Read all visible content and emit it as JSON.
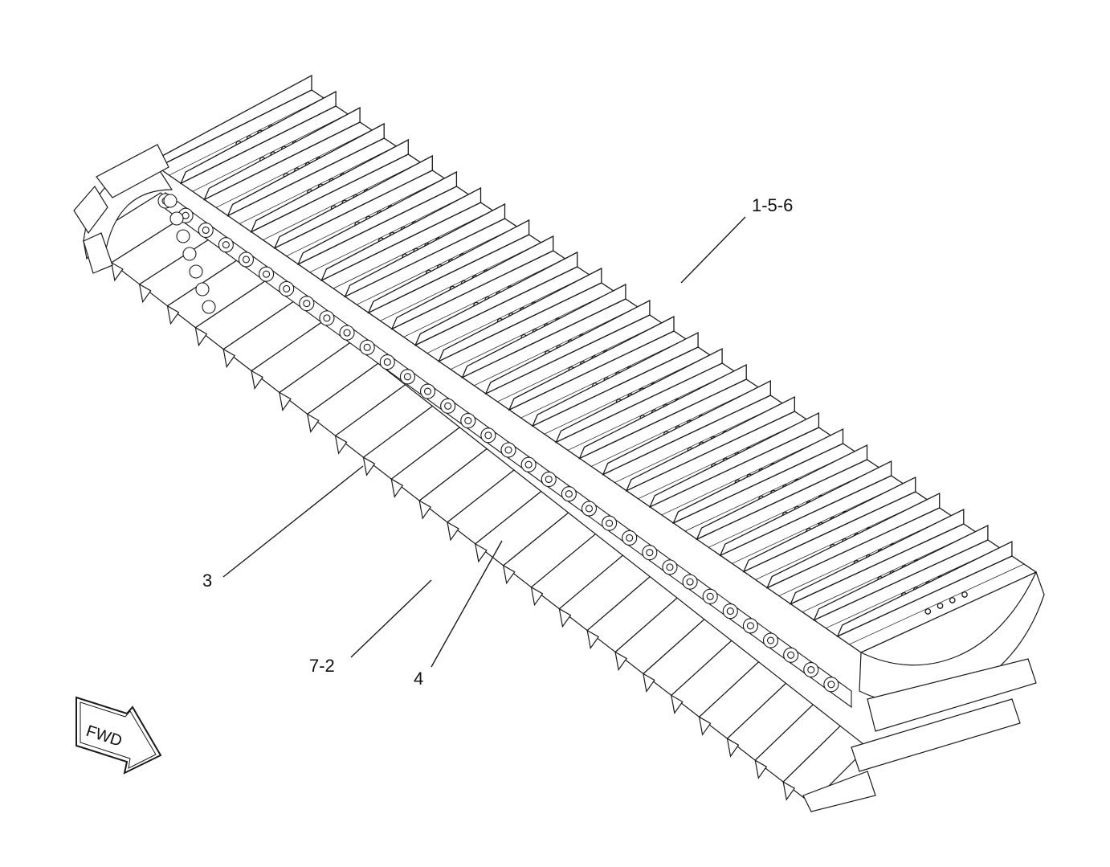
{
  "callouts": {
    "c1": "1-5-6",
    "c2": "3",
    "c3": "7-2",
    "c4": "4"
  },
  "arrow": {
    "label": "FWD"
  },
  "colors": {
    "line": "#1a1a1a",
    "fill": "#ffffff"
  }
}
